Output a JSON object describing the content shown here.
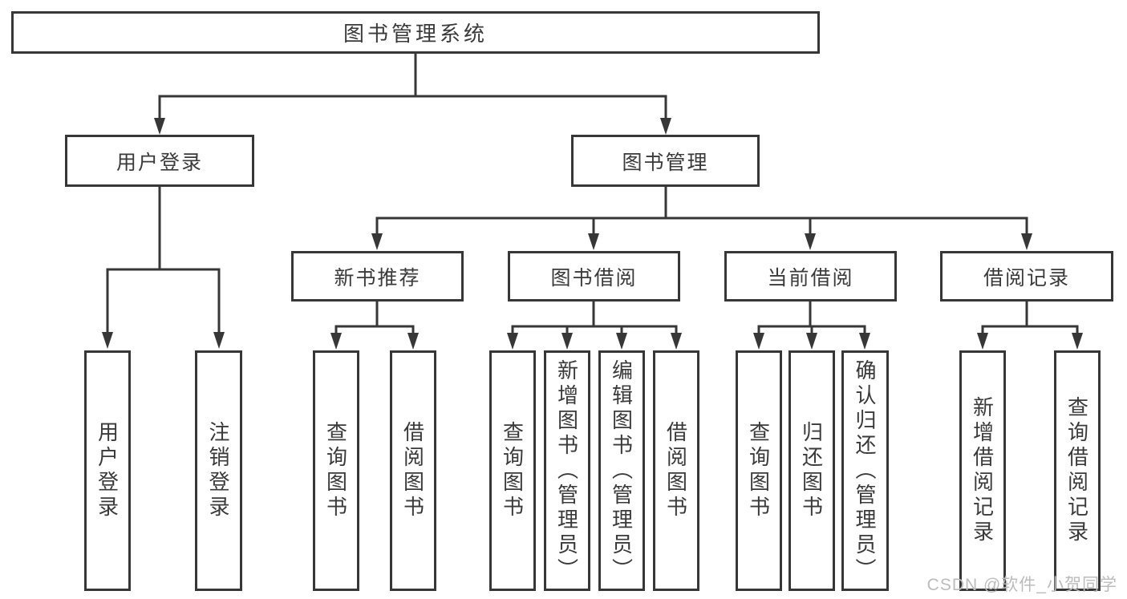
{
  "tree": {
    "root": "图书管理系统",
    "branches": [
      {
        "label": "用户登录",
        "children": [
          "用户登录",
          "注销登录"
        ]
      },
      {
        "label": "图书管理",
        "groups": [
          {
            "label": "新书推荐",
            "children": [
              "查询图书",
              "借阅图书"
            ]
          },
          {
            "label": "图书借阅",
            "children": [
              "查询图书",
              "新增图书（管理员）",
              "编辑图书（管理员）",
              "借阅图书"
            ]
          },
          {
            "label": "当前借阅",
            "children": [
              "查询图书",
              "归还图书",
              "确认归还（管理员）"
            ]
          },
          {
            "label": "借阅记录",
            "children": [
              "新增借阅记录",
              "查询借阅记录"
            ]
          }
        ]
      }
    ]
  },
  "watermark": {
    "text": "CSDN @软件_小贺同学"
  },
  "colors": {
    "line": "#373737",
    "text": "#3a3a3a",
    "watermark": "#bcbcbc",
    "background": "#ffffff"
  }
}
